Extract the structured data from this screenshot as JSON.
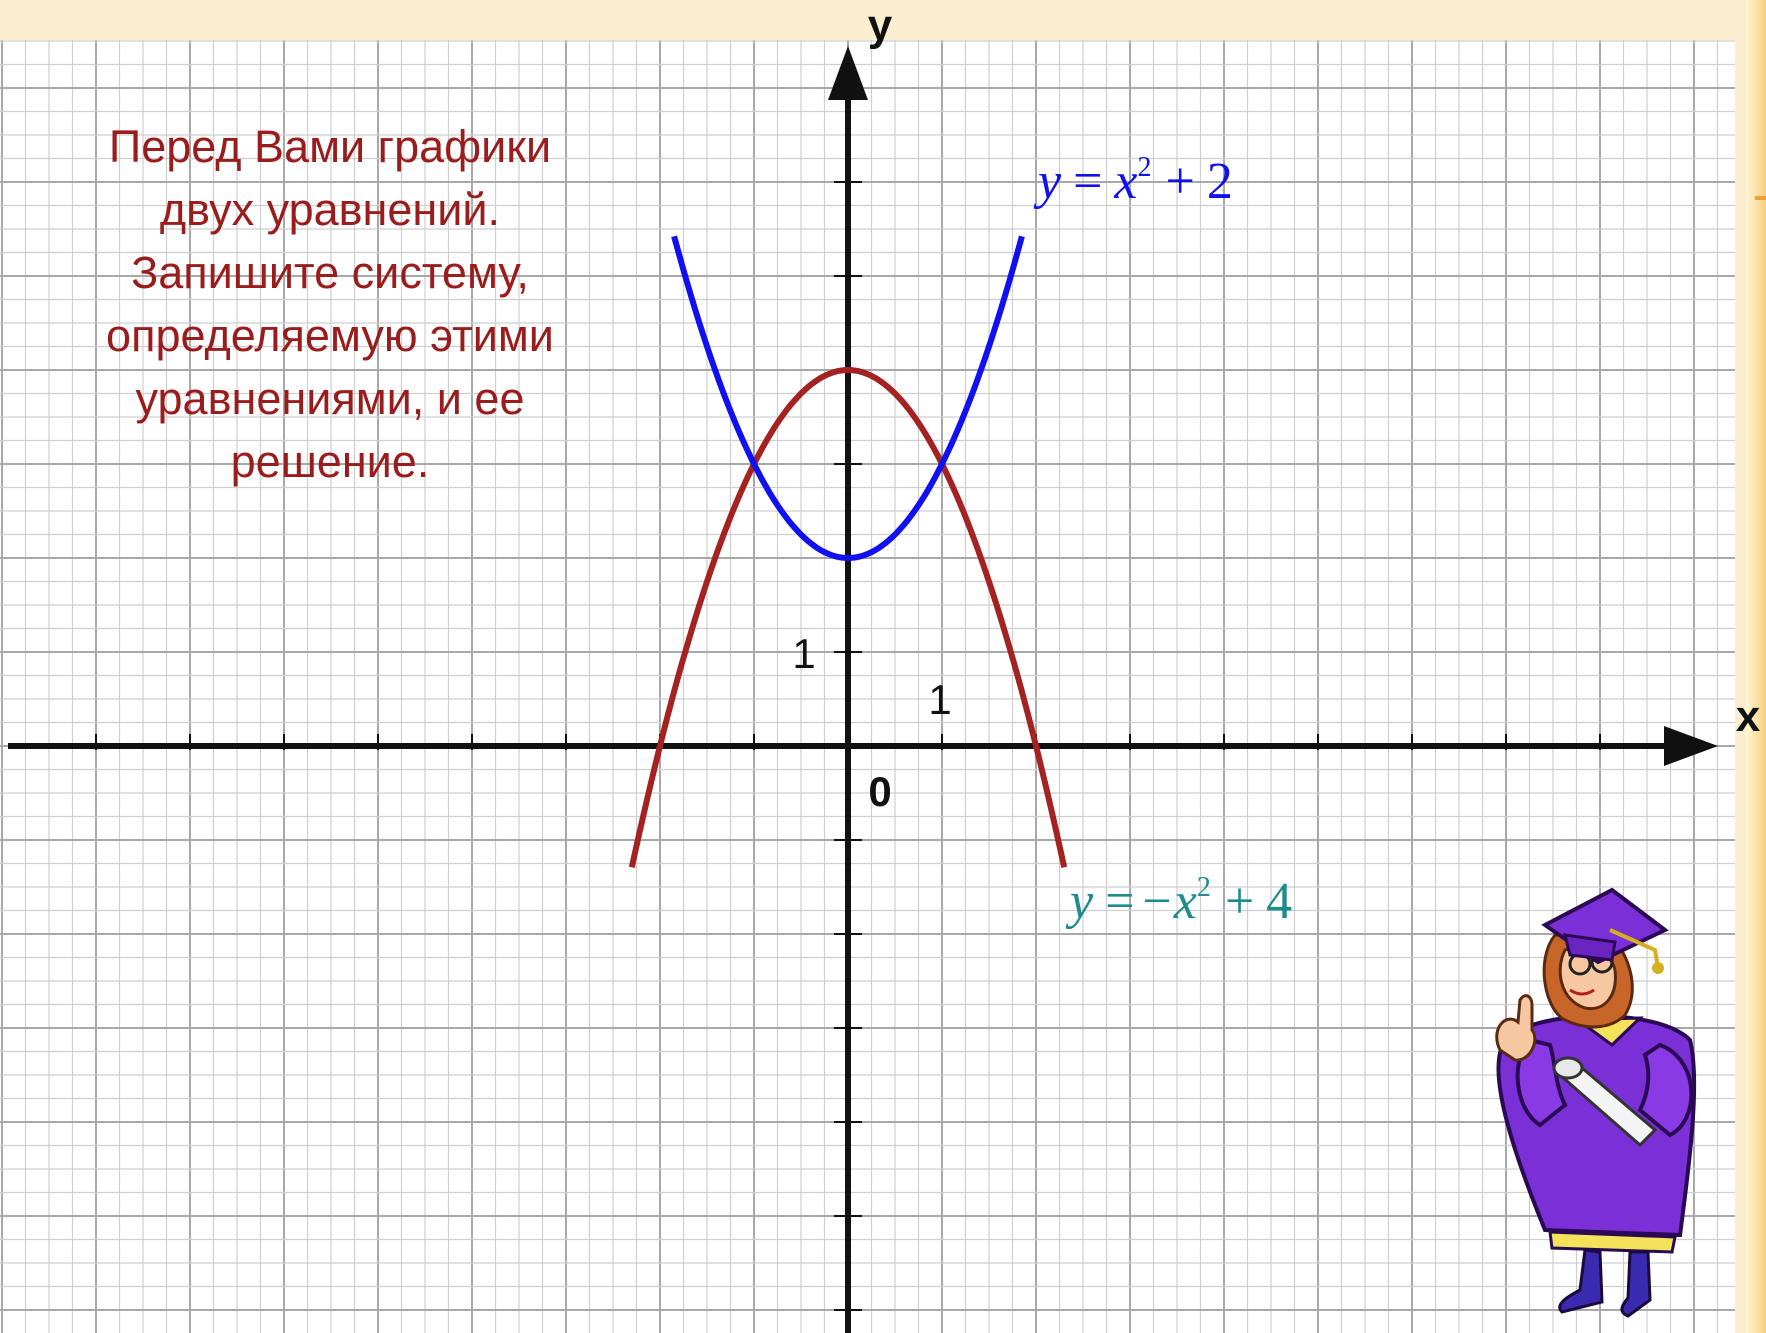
{
  "task": {
    "lines": [
      "Перед Вами графики",
      "двух уравнений.",
      "Запишите систему,",
      "определяемую этими",
      "уравнениями, и ее",
      "решение."
    ]
  },
  "chart_data": {
    "type": "line",
    "xlabel": "x",
    "ylabel": "y",
    "origin_label": "0",
    "unit_label_x": "1",
    "unit_label_y": "1",
    "xlim": [
      -9,
      9
    ],
    "ylim": [
      -6,
      7
    ],
    "grid": true,
    "colors": {
      "parabola_up": "#1010f0",
      "parabola_down": "#a52222",
      "formula_down_text": "#1e8c8c"
    },
    "series": [
      {
        "name": "y = x² + 2",
        "formula": {
          "lhs": "y",
          "eq": "=",
          "var": "x",
          "exp": "2",
          "op": "+",
          "const": "2"
        },
        "x": [
          -1.85,
          -1.5,
          -1.0,
          -0.5,
          0,
          0.5,
          1.0,
          1.5,
          1.85
        ],
        "y": [
          5.42,
          4.25,
          3.0,
          2.25,
          2.0,
          2.25,
          3.0,
          4.25,
          5.42
        ]
      },
      {
        "name": "y = −x² + 4",
        "formula": {
          "lhs": "y",
          "eq": "=",
          "neg": "−",
          "var": "x",
          "exp": "2",
          "op": "+",
          "const": "4"
        },
        "x": [
          -2.3,
          -2.0,
          -1.5,
          -1.0,
          -0.5,
          0,
          0.5,
          1.0,
          1.5,
          2.0,
          2.3
        ],
        "y": [
          -1.29,
          0.0,
          1.75,
          3.0,
          3.75,
          4.0,
          3.75,
          3.0,
          1.75,
          0.0,
          -1.29
        ]
      }
    ]
  }
}
